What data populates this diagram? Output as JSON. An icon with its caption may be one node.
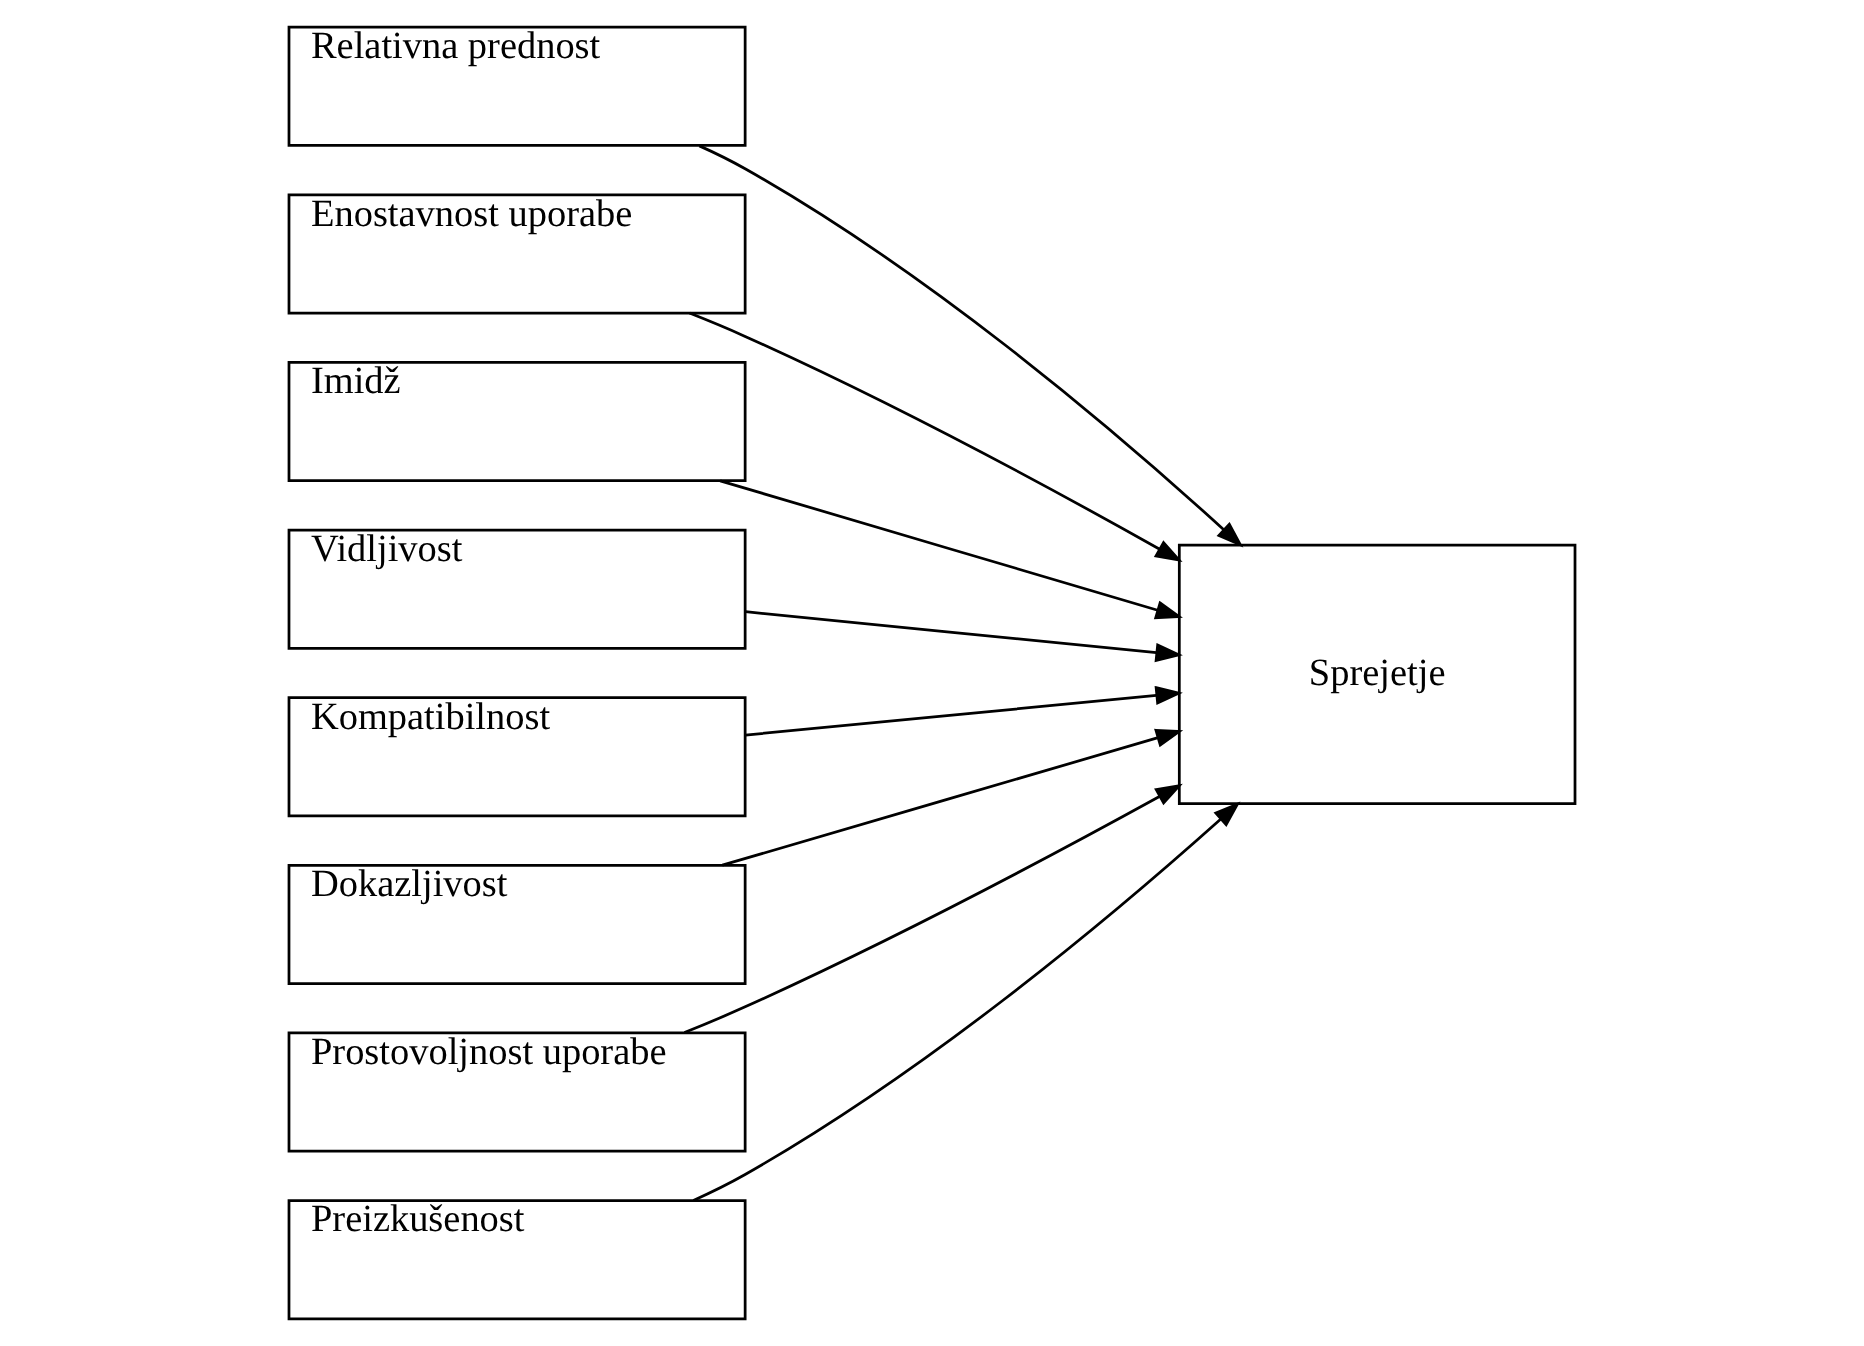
{
  "diagram": {
    "nodes": [
      {
        "text": [
          "Relativna prednost"
        ]
      },
      {
        "text": [
          "Enostavnost uporabe"
        ]
      },
      {
        "text": [
          "Imidž"
        ]
      },
      {
        "text": [
          "Vidljivost"
        ]
      },
      {
        "text": [
          "Kompatibilnost"
        ]
      },
      {
        "text": [
          "Dokazljivost"
        ]
      },
      {
        "text": [
          "Prostovoljnost uporabe"
        ]
      },
      {
        "text": [
          "Preizkušenost"
        ]
      },
      {
        "text": [
          "Sprejetje"
        ]
      }
    ],
    "edges": [
      {
        "from": 0,
        "to": 8,
        "arrow": "to"
      },
      {
        "from": 1,
        "to": 8,
        "arrow": "to"
      },
      {
        "from": 2,
        "to": 8,
        "arrow": "to"
      },
      {
        "from": 3,
        "to": 8,
        "arrow": "to"
      },
      {
        "from": 4,
        "to": 8,
        "arrow": "to"
      },
      {
        "from": 5,
        "to": 8,
        "arrow": "to"
      },
      {
        "from": 6,
        "to": 8,
        "arrow": "to"
      },
      {
        "from": 7,
        "to": 8,
        "arrow": "to"
      }
    ]
  }
}
